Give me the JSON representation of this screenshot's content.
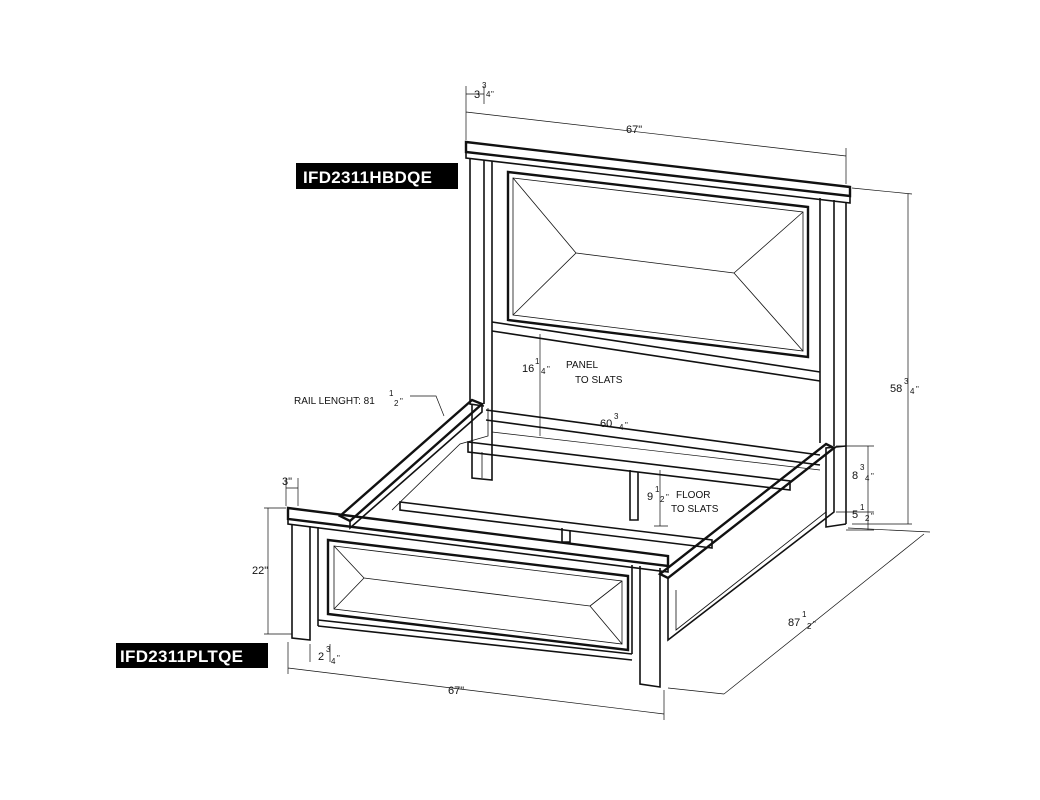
{
  "labels": {
    "headboard_model": "IFD2311HBDQE",
    "footboard_model": "IFD2311PLTQE"
  },
  "dimensions": {
    "post_top_w": {
      "whole": "3",
      "num": "3",
      "den": "4",
      "unit": "\""
    },
    "head_width": {
      "text": "67\""
    },
    "head_height": {
      "whole": "58",
      "num": "3",
      "den": "4",
      "unit": "\""
    },
    "panel_to_slats": {
      "whole": "16",
      "num": "1",
      "den": "4",
      "unit": "\"",
      "note1": "PANEL",
      "note2": "TO SLATS"
    },
    "rail_length": {
      "prefix": "RAIL LENGHT: 81",
      "num": "1",
      "den": "2",
      "unit": "\""
    },
    "inner_width": {
      "whole": "60",
      "num": "3",
      "den": "4",
      "unit": "\""
    },
    "rail_height": {
      "whole": "8",
      "num": "3",
      "den": "4",
      "unit": "\""
    },
    "floor_to_slats": {
      "whole": "9",
      "num": "1",
      "den": "2",
      "unit": "\"",
      "note1": "FLOOR",
      "note2": "TO SLATS"
    },
    "clearance": {
      "whole": "5",
      "num": "1",
      "den": "2",
      "unit": "\""
    },
    "foot_post_top": {
      "text": "3\""
    },
    "foot_height": {
      "text": "22\""
    },
    "foot_post_w": {
      "whole": "2",
      "num": "3",
      "den": "4",
      "unit": "\""
    },
    "foot_width": {
      "text": "67\""
    },
    "total_length": {
      "whole": "87",
      "num": "1",
      "den": "2",
      "unit": "\""
    }
  },
  "colors": {
    "ink": "#111111",
    "tag_bg": "#000000",
    "tag_fg": "#ffffff",
    "paper": "#ffffff"
  }
}
